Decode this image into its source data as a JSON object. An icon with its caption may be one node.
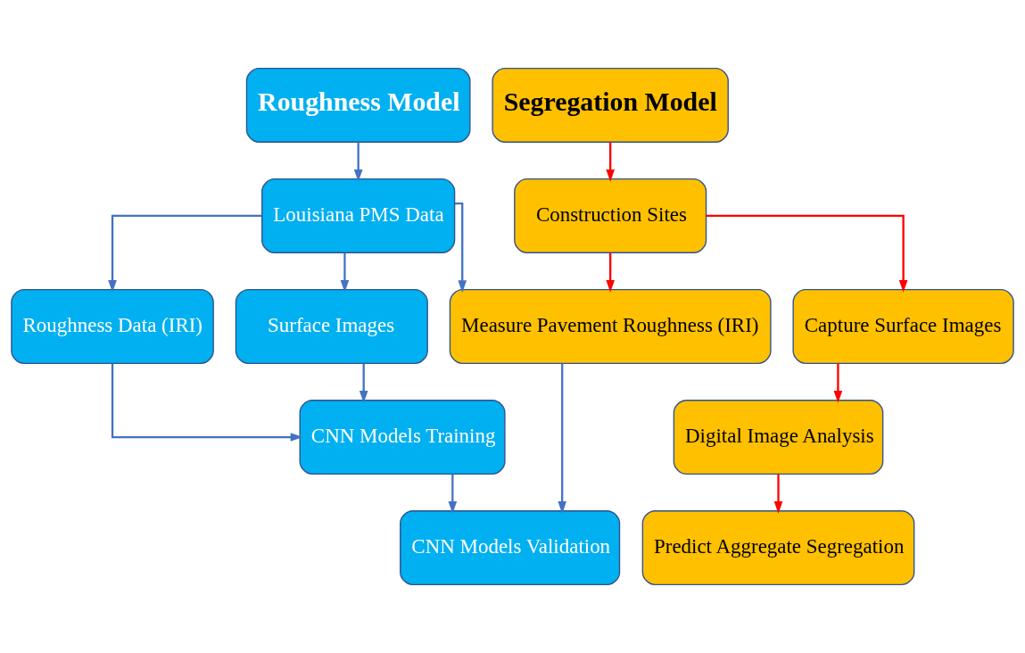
{
  "diagram": {
    "nodes": [
      {
        "text": [
          "Roughness Model"
        ]
      },
      {
        "text": [
          "Segregation Model"
        ]
      },
      {
        "text": [
          "Louisiana PMS Data"
        ]
      },
      {
        "text": [
          "Construction Sites"
        ]
      },
      {
        "text": [
          "Roughness Data (IRI)"
        ]
      },
      {
        "text": [
          "Surface Images"
        ]
      },
      {
        "text": [
          "Measure Pavement Roughness (IRI)"
        ]
      },
      {
        "text": [
          "Capture Surface Images"
        ]
      },
      {
        "text": [
          "CNN Models Training"
        ]
      },
      {
        "text": [
          "Digital Image Analysis"
        ]
      },
      {
        "text": [
          "CNN Models Validation"
        ]
      },
      {
        "text": [
          "Predict Aggregate Segregation"
        ]
      }
    ],
    "edges": [
      {
        "from": 0,
        "to": 2,
        "arrow": "to"
      },
      {
        "from": 2,
        "to": 4,
        "arrow": "to"
      },
      {
        "from": 2,
        "to": 5,
        "arrow": "to"
      },
      {
        "from": 2,
        "to": 6,
        "arrow": "to"
      },
      {
        "from": 1,
        "to": 3,
        "arrow": "to",
        "color": "#ff0000"
      },
      {
        "from": 3,
        "to": 6,
        "arrow": "to",
        "color": "#ff0000"
      },
      {
        "from": 3,
        "to": 7,
        "arrow": "to",
        "color": "#ff0000"
      },
      {
        "from": 4,
        "to": 8,
        "arrow": "to"
      },
      {
        "from": 5,
        "to": 8,
        "arrow": "to"
      },
      {
        "from": 8,
        "to": 10,
        "arrow": "to"
      },
      {
        "from": 6,
        "to": 10,
        "arrow": "to"
      },
      {
        "from": 7,
        "to": 9,
        "arrow": "to",
        "color": "#ff0000"
      },
      {
        "from": 9,
        "to": 11,
        "arrow": "to",
        "color": "#ff0000"
      }
    ]
  }
}
